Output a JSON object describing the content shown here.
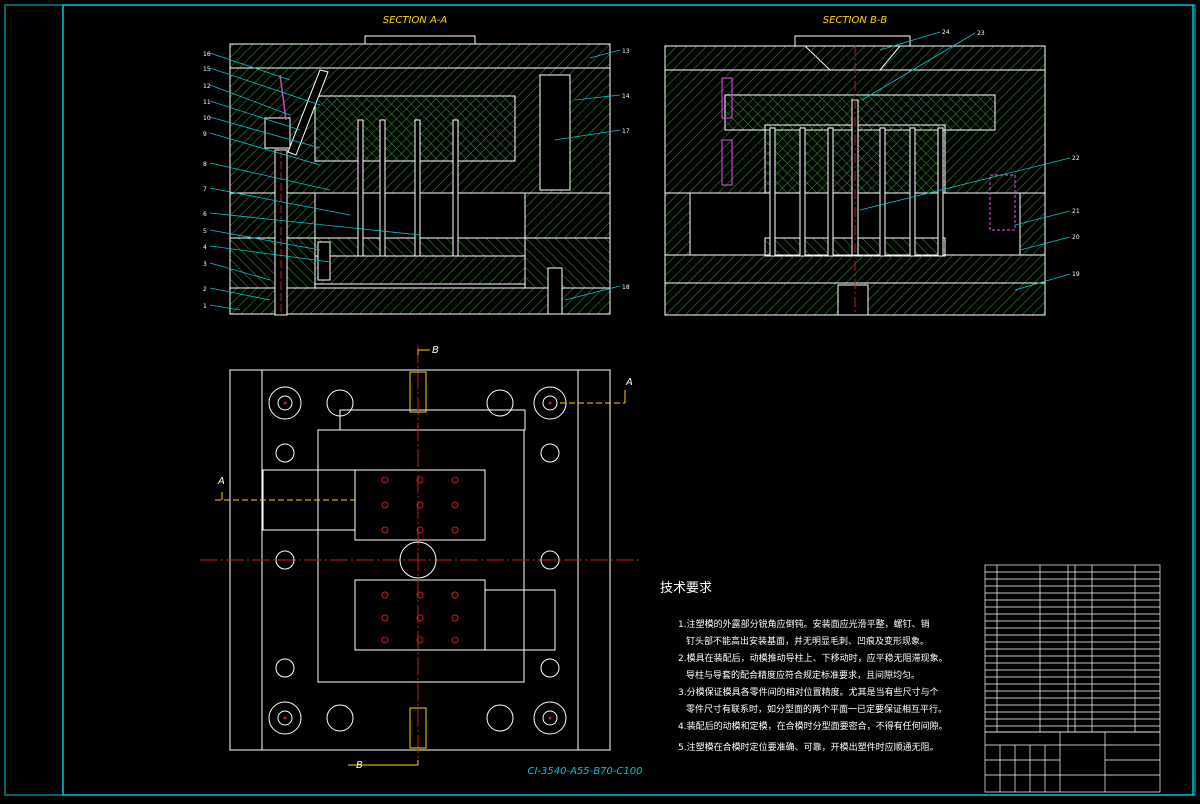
{
  "drawing": {
    "section_a_title": "SECTION A-A",
    "section_b_title": "SECTION B-B",
    "mold_spec": "CI-3540-A55-B70-C100",
    "cut_label_a_top": "A",
    "cut_label_a_left": "A",
    "cut_label_b_top": "B",
    "cut_label_b_bottom": "B"
  },
  "tech_requirements": {
    "title": "技术要求",
    "lines": [
      "1.注塑模的外露部分锐角应倒钝。安装面应光滑平整，螺钉、销",
      "钉头部不能高出安装基面，并无明显毛刺、凹痕及变形现象。",
      "2.模具在装配后，动模推动导柱上、下移动时，应平稳无阻滞现象。",
      "导柱与导套的配合精度应符合规定标准要求，且间隙均匀。",
      "3.分模保证模具各零件间的相对位置精度。尤其是当有些尺寸与个",
      "零件尺寸有联系时，如分型面的两个平面一已定要保证相互平行。",
      "4.装配后的动模和定模，在合模时分型面要密合，不得有任何间隙。",
      "5.注塑模在合模时定位要准确、可靠，开模出塑件时应顺通无阻。"
    ]
  },
  "callouts_a": [
    "16",
    "15",
    "12",
    "11",
    "10",
    "9",
    "8",
    "7",
    "6",
    "5",
    "4",
    "3",
    "2",
    "1",
    "13",
    "14",
    "17",
    "18"
  ],
  "callouts_b": [
    "24",
    "23",
    "22",
    "21",
    "20",
    "19"
  ],
  "colors": {
    "frame": "#00c8d2",
    "outline": "#ffffff",
    "hatch": "#2e8b2e",
    "centerline": "#c81e1e",
    "title_yellow": "#ffd200",
    "leader": "#00c8d2",
    "spring": "#c846c8"
  }
}
